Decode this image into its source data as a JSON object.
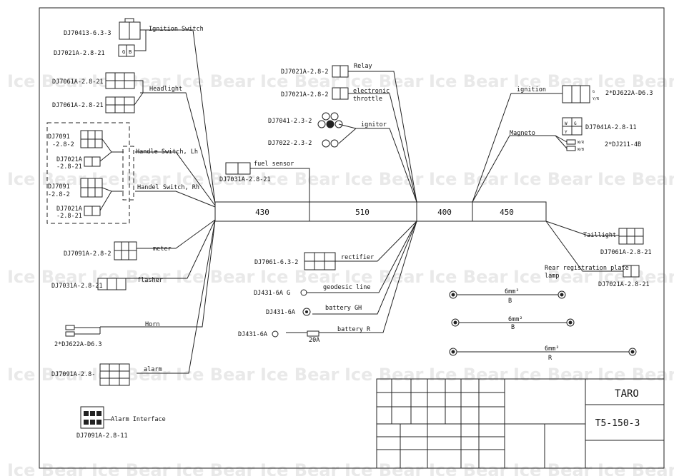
{
  "watermark": "Ice Bear",
  "title_block": {
    "brand": "TARO",
    "model": "T5-150-3"
  },
  "trunk_lengths": [
    "430",
    "510",
    "400",
    "450"
  ],
  "left_components": {
    "ignition_switch": {
      "label": "Ignition Switch",
      "part_a": "DJ70413-6.3-3",
      "part_b": "DJ7021A-2.8-21"
    },
    "headlight": {
      "label": "Headlight",
      "part_a": "DJ7061A-2.8-21",
      "part_b": "DJ7061A-2.8-21"
    },
    "handle_switch_lh": {
      "label": "Handle Switch, Lh",
      "part_a1": "DJ7091",
      "part_a2": "-2.8-2",
      "part_b1": "DJ7021A",
      "part_b2": "-2.8-21"
    },
    "handle_switch_rh": {
      "label": "Handel Switch, Rh",
      "part_a1": "DJ7091",
      "part_a2": "-2.8-2",
      "part_b1": "DJ7021A",
      "part_b2": "-2.8-21"
    },
    "meter": {
      "label": "meter",
      "part": "DJ7091A-2.8-2"
    },
    "flasher": {
      "label": "flasher",
      "part": "DJ7031A-2.8-21"
    },
    "horn": {
      "label": "Horn",
      "part": "2*DJ622A-D6.3"
    },
    "alarm": {
      "label": "alarm",
      "part": "DJ7091A-2.8-"
    },
    "alarm_interface": {
      "label": "Alarm Interface",
      "part": "DJ7091A-2.8-11"
    }
  },
  "center_components": {
    "fuel_sensor": {
      "label": "fuel sensor",
      "part": "DJ7031A-2.8-21"
    },
    "relay": {
      "label": "Relay",
      "part": "DJ7021A-2.8-2"
    },
    "throttle": {
      "label1": "electronic",
      "label2": "throttle",
      "part": "DJ7021A-2.8-2"
    },
    "ignitor": {
      "label": "ignitor",
      "part_a": "DJ7041-2.3-2",
      "part_b": "DJ7022-2.3-2"
    },
    "rectifier": {
      "label": "rectifier",
      "part": "DJ7061-6.3-2"
    },
    "geodesic": {
      "label": "geodesic line",
      "part": "DJ431-6A G"
    },
    "battery_gh": {
      "label": "battery GH",
      "part": "DJ431-6A"
    },
    "battery_r": {
      "label": "battery R",
      "part": "DJ431-6A",
      "fuse": "20A"
    }
  },
  "right_components": {
    "ignition": {
      "label": "ignition",
      "part": "2*DJ622A-D6.3"
    },
    "magneto": {
      "label": "Magneto",
      "part_a": "DJ7041A-2.8-11",
      "part_b": "2*DJ211-4B"
    },
    "taillight": {
      "label": "Taillight",
      "part": "DJ7061A-2.8-21"
    },
    "rear_plate": {
      "label1": "Rear registration plate",
      "label2": "lamp",
      "part": "DJ7021A-2.8-21"
    },
    "cables": [
      {
        "gauge": "6mm²",
        "color": "B"
      },
      {
        "gauge": "6mm²",
        "color": "B"
      },
      {
        "gauge": "6mm²",
        "color": "R"
      }
    ]
  },
  "wire_codes": {
    "ignition_right": [
      "G",
      "Y/R"
    ],
    "magneto_pins": [
      "W",
      "G",
      "Y",
      "W/R",
      "W/B"
    ]
  }
}
